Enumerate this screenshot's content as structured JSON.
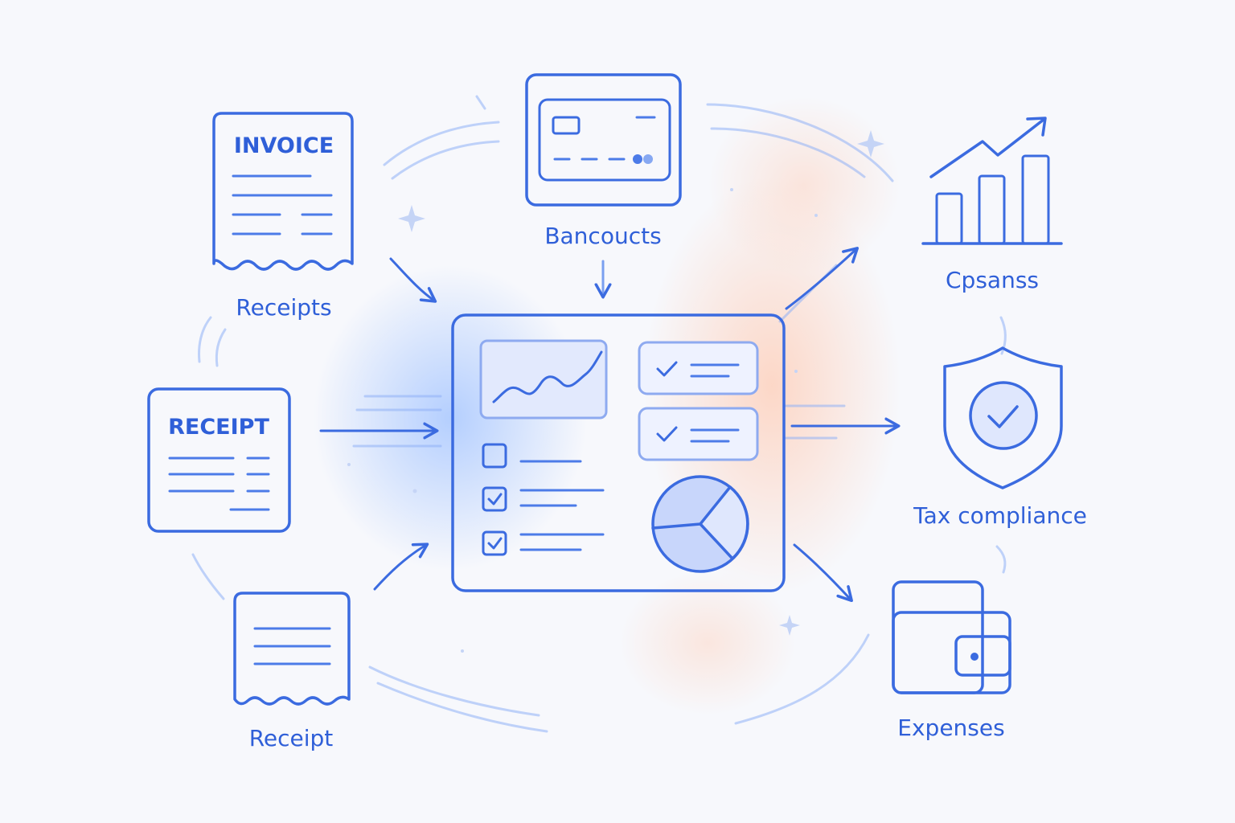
{
  "diagram": {
    "nodes": {
      "invoice": {
        "title": "INVOICE",
        "label": "Receipts"
      },
      "receipt_middle": {
        "title": "RECEIPT"
      },
      "receipt_bottom": {
        "label": "Receipt"
      },
      "bank": {
        "label": "Bancoucts"
      },
      "growth": {
        "label": "Cpsanss"
      },
      "tax": {
        "label": "Tax compliance"
      },
      "expenses": {
        "label": "Expenses"
      },
      "dashboard": {}
    },
    "colors": {
      "accent": "#3b6be0",
      "text": "#2f5fd8",
      "soft_fill": "#c8d6fb",
      "background": "#f7f8fc",
      "glow_blue": "#9ec1ff",
      "glow_orange": "#ffc9b0"
    },
    "icons": [
      "invoice-icon",
      "receipt-icon",
      "bank-card-icon",
      "bar-chart-growth-icon",
      "shield-check-icon",
      "wallet-icon",
      "dashboard-icon",
      "pie-chart-icon",
      "line-chart-icon",
      "checkbox-icon"
    ]
  }
}
